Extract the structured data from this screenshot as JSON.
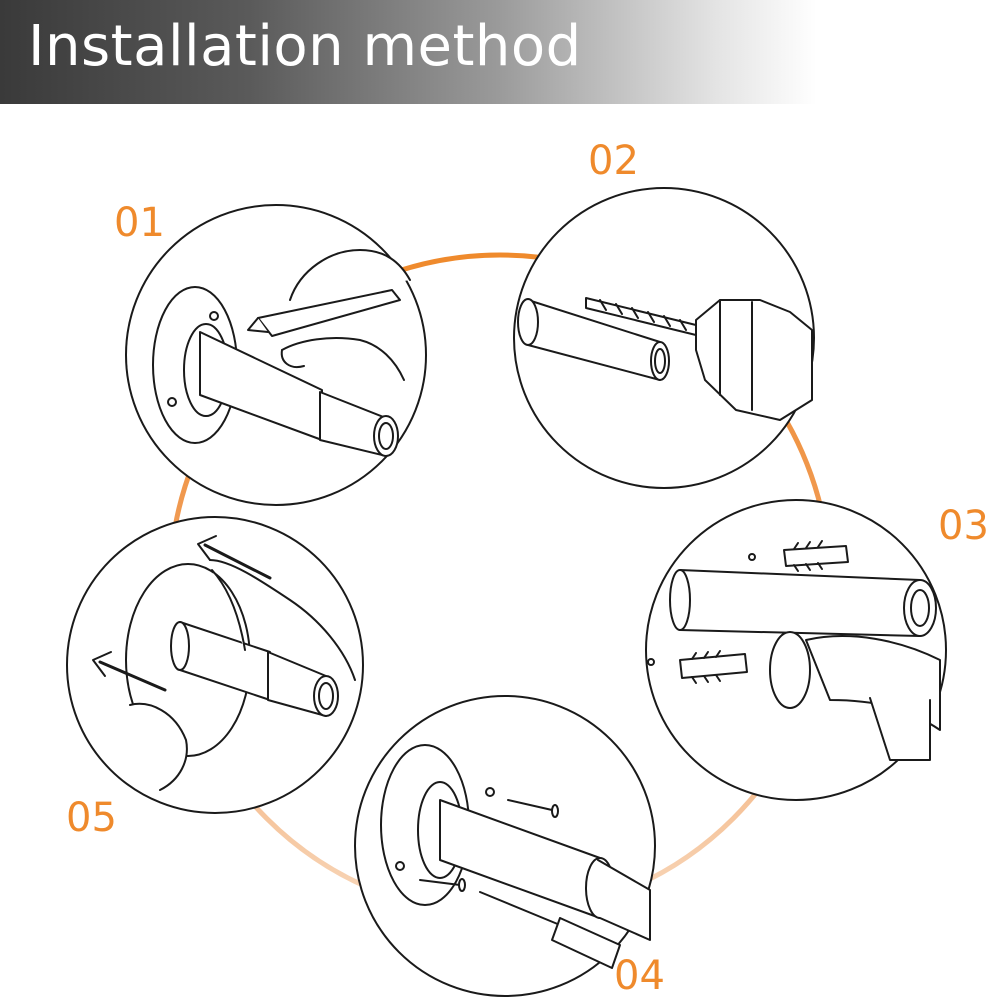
{
  "header": {
    "title": "Installation method"
  },
  "steps": [
    {
      "number": "01"
    },
    {
      "number": "02"
    },
    {
      "number": "03"
    },
    {
      "number": "04"
    },
    {
      "number": "05"
    }
  ],
  "colors": {
    "accent": "#ef8a2c",
    "ring_light": "#f6ccA4",
    "line": "#1a1a1a"
  }
}
